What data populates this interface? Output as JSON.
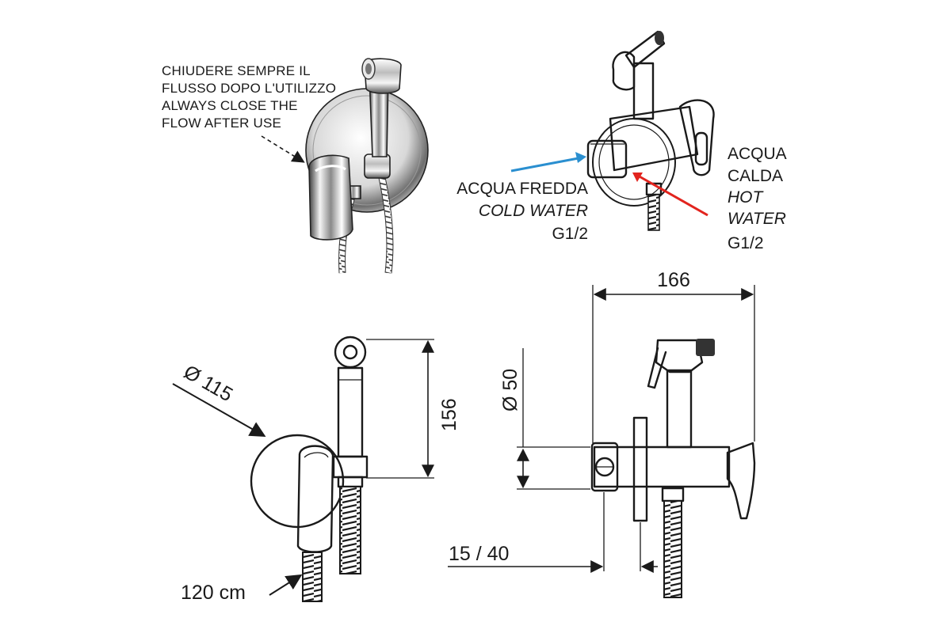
{
  "note": {
    "lines": [
      "CHIUDERE SEMPRE IL",
      "FLUSSO DOPO L'UTILIZZO",
      "ALWAYS CLOSE THE",
      "FLOW AFTER  USE"
    ]
  },
  "cold_label": {
    "it": "ACQUA FREDDA",
    "en": "COLD WATER",
    "thread": "G1/2",
    "arrow_color": "#2a8fd0"
  },
  "hot_label": {
    "it_line1": "ACQUA",
    "it_line2": "CALDA",
    "en_line1": "HOT",
    "en_line2": "WATER",
    "thread": "G1/2",
    "arrow_color": "#e2241e"
  },
  "dimensions": {
    "plate_diameter": "Ø 115",
    "height": "156",
    "hose_length": "120 cm",
    "depth": "166",
    "body_diameter": "Ø 50",
    "wall_offset": "15 / 40"
  }
}
